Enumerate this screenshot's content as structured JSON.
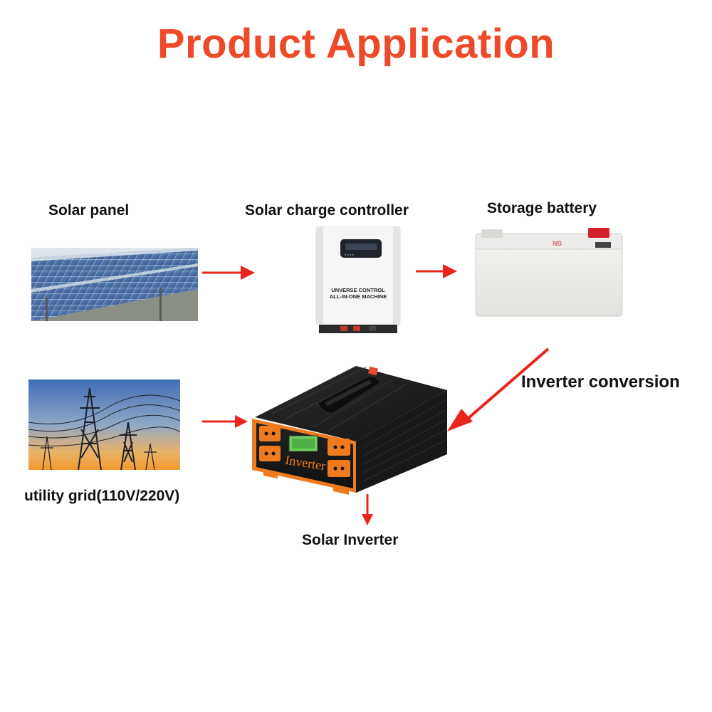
{
  "title": "Product Application",
  "labels": {
    "solar_panel": "Solar panel",
    "charge_controller": "Solar charge controller",
    "storage_battery": "Storage battery",
    "inverter_conversion": "Inverter conversion",
    "utility_grid": "utility grid(110V/220V)",
    "solar_inverter": "Solar Inverter"
  },
  "controller": {
    "line1": "UNVERSE CONTROL",
    "line2": "ALL-IN-ONE MACHINE"
  },
  "inverter_device": {
    "front_label": "Inverter"
  },
  "colors": {
    "title": "#ee4a2a",
    "arrow": "#e8241c",
    "inverter_orange": "#f07a1e",
    "inverter_body": "#1c1c1c"
  },
  "icons": [
    "solar-panel-image",
    "charge-controller-image",
    "storage-battery-image",
    "utility-grid-image",
    "solar-inverter-image"
  ]
}
